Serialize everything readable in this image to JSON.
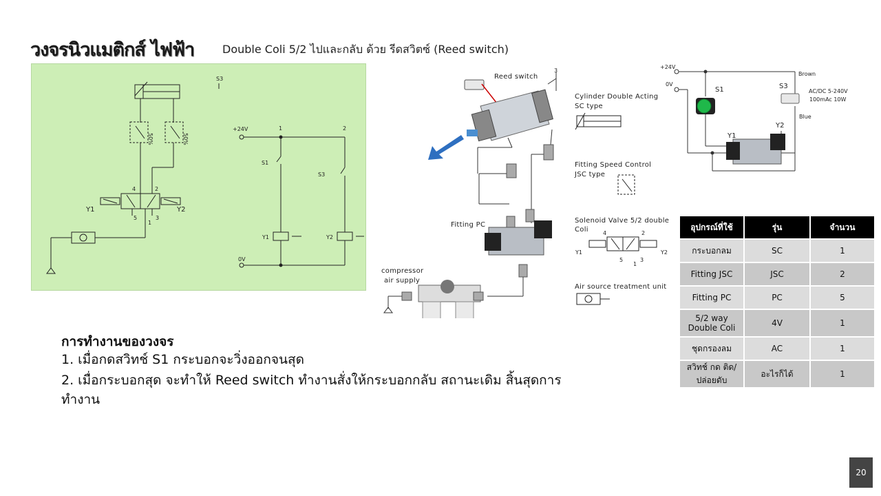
{
  "header": {
    "title": "วงจรนิวแมติกส์ ไฟฟ้า",
    "subtitle": "Double Coli 5/2 ไปและกลับ ด้วย รีดสวิตซ์ (Reed switch)"
  },
  "pneumatic": {
    "s3": "S3",
    "flow_left": "50%",
    "flow_right": "50%",
    "y1": "Y1",
    "y2": "Y2",
    "port4": "4",
    "port2": "2",
    "port5": "5",
    "port1": "1",
    "port3": "3"
  },
  "electric": {
    "plus24": "+24V",
    "zero": "0V",
    "col1": "1",
    "col2": "2",
    "s1": "S1",
    "s3": "S3",
    "y1": "Y1",
    "y2": "Y2"
  },
  "components": {
    "reed_switch": "Reed switch",
    "cyl_line1": "Cylinder Double Acting",
    "cyl_line2": "SC type",
    "fit_line1": "Fitting Speed Control",
    "fit_line2": "JSC type",
    "fitting_pc": "Fitting PC",
    "sol_line1": "Solenoid Valve 5/2 double",
    "sol_line2": "Coli",
    "comp_line1": "compressor",
    "comp_line2": "air supply",
    "air_unit": "Air source treatment unit",
    "num3": "3",
    "num4": "4",
    "num2": "2",
    "num5": "5",
    "num1": "1",
    "num3b": "3",
    "y1": "Y1",
    "y2": "Y2"
  },
  "wiring": {
    "plus24": "+24V",
    "zero": "0V",
    "s1": "S1",
    "s3": "S3",
    "brown": "Brown",
    "spec1": "AC/DC 5-240V",
    "spec2": "100mAc 10W",
    "blue": "Blue",
    "y1": "Y1",
    "y2": "Y2"
  },
  "table": {
    "headers": [
      "อุปกรณ์ที่ใช้",
      "รุ่น",
      "จำนวน"
    ],
    "rows": [
      [
        "กระบอกลม",
        "SC",
        "1"
      ],
      [
        "Fitting JSC",
        "JSC",
        "2"
      ],
      [
        "Fitting PC",
        "PC",
        "5"
      ],
      [
        "5/2 way Double Coli",
        "4V",
        "1"
      ],
      [
        "ชุดกรองลม",
        "AC",
        "1"
      ],
      [
        "สวิทช์ กด ติด/ปล่อยดับ",
        "อะไรก็ได้",
        "1"
      ]
    ]
  },
  "operation": {
    "title": "การทำงานของวงจร",
    "line1": "1. เมื่อกดสวิทช์ S1 กระบอกจะวิ่งออกจนสุด",
    "line2": "2. เมื่อกระบอกสุด จะทำให้ Reed switch ทำงานสั่งให้กระบอกกลับ สถานะเดิม สิ้นสุดการ",
    "line3": "ทำงาน"
  },
  "page_number": "20"
}
